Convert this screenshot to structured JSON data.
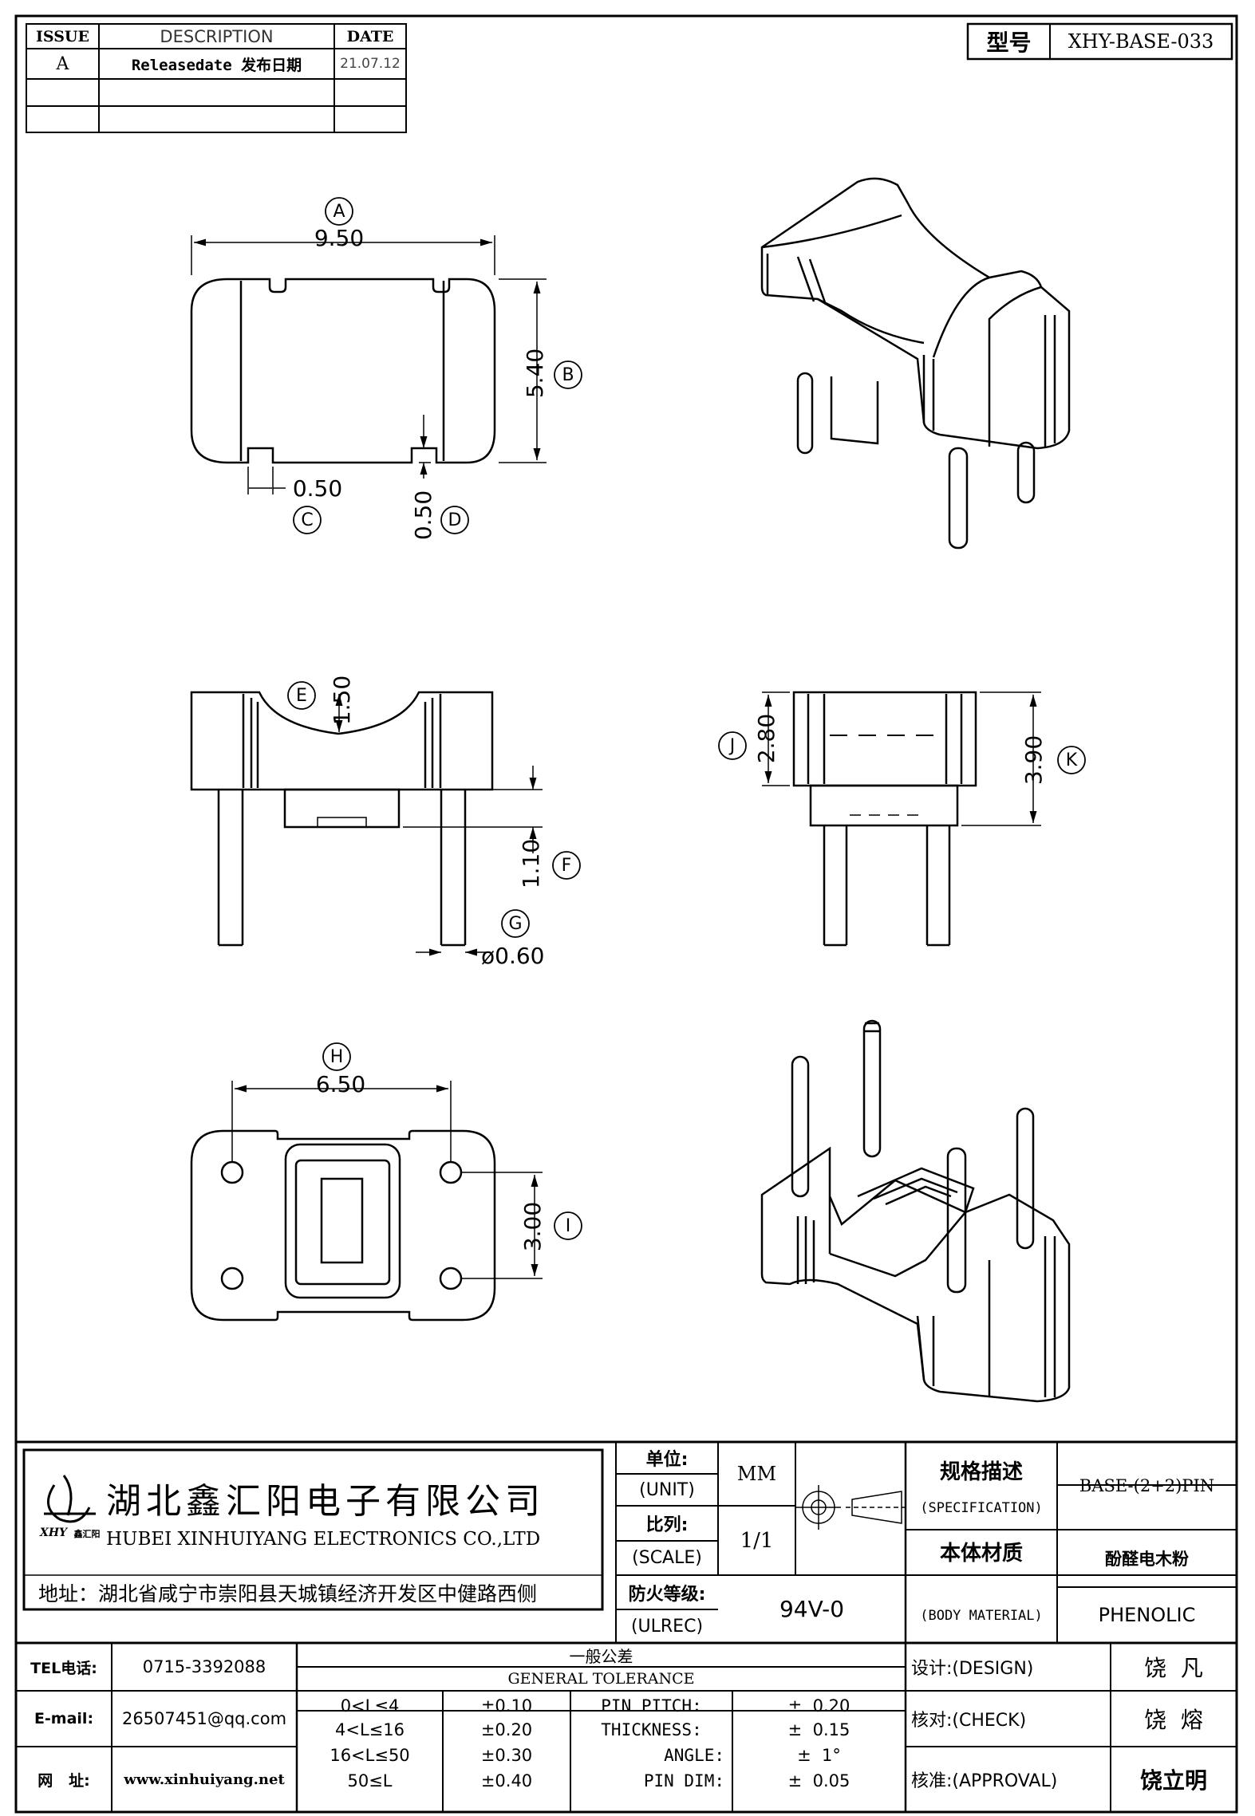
{
  "revision_table": {
    "headers": [
      "ISSUE",
      "DESCRIPTION",
      "DATE"
    ],
    "rows": [
      {
        "issue": "A",
        "description": "Releasedate 发布日期",
        "date": "21.07.12"
      },
      {
        "issue": "",
        "description": "",
        "date": ""
      },
      {
        "issue": "",
        "description": "",
        "date": ""
      }
    ]
  },
  "model": {
    "label": "型号",
    "value": "XHY-BASE-033"
  },
  "dimensions": {
    "A": {
      "letter": "A",
      "value": "9.50"
    },
    "B": {
      "letter": "B",
      "value": "5.40"
    },
    "C": {
      "letter": "C",
      "value": "0.50"
    },
    "D": {
      "letter": "D",
      "value": "0.50"
    },
    "E": {
      "letter": "E",
      "value": "1.50"
    },
    "F": {
      "letter": "F",
      "value": "1.10"
    },
    "G": {
      "letter": "G",
      "value": "ø0.60"
    },
    "H": {
      "letter": "H",
      "value": "6.50"
    },
    "I": {
      "letter": "I",
      "value": "3.00"
    },
    "J": {
      "letter": "J",
      "value": "2.80"
    },
    "K": {
      "letter": "K",
      "value": "3.90"
    }
  },
  "company": {
    "name_cn": "湖北鑫汇阳电子有限公司",
    "name_en": "HUBEI XINHUIYANG ELECTRONICS CO.,LTD",
    "logo_text": "XHY",
    "logo_sub": "鑫汇阳",
    "address": "地址：湖北省咸宁市崇阳县天城镇经济开发区中健路西侧"
  },
  "title_block": {
    "unit_label": "单位:",
    "unit_label_en": "(UNIT)",
    "unit_value": "MM",
    "scale_label": "比列:",
    "scale_label_en": "(SCALE)",
    "scale_value": "1/1",
    "fire_label": "防火等级:",
    "fire_label_en": "(ULREC)",
    "fire_value": "94V-0",
    "spec_label": "规格描述",
    "spec_label_en": "(SPECIFICATION)",
    "spec_value": "BASE-(2+2)PIN",
    "material_label": "本体材质",
    "material_label_en": "(BODY MATERIAL)",
    "material_value_cn": "酚醛电木粉",
    "material_value_en": "PHENOLIC"
  },
  "contact": {
    "tel_label": "TEL电话:",
    "tel_value": "0715-3392088",
    "email_label": "E-mail:",
    "email_value": "26507451@qq.com",
    "web_label": "网   址:",
    "web_value": "www.xinhuiyang.net"
  },
  "tolerance": {
    "title_cn": "一般公差",
    "title_en": "GENERAL TOLERANCE",
    "rows": [
      {
        "range": "0<L≤4",
        "tol": "±0.10",
        "item": "PIN PITCH:",
        "value": "±  0.20"
      },
      {
        "range": "4<L≤16",
        "tol": "±0.20",
        "item": "THICKNESS:",
        "value": "±  0.15"
      },
      {
        "range": "16<L≤50",
        "tol": "±0.30",
        "item": "ANGLE:",
        "value": "±  1°"
      },
      {
        "range": "50≤L",
        "tol": "±0.40",
        "item": "PIN DIM:",
        "value": "±  0.05"
      }
    ]
  },
  "approvals": [
    {
      "label": "设计:(DESIGN)",
      "name": "饶  凡"
    },
    {
      "label": "核对:(CHECK)",
      "name": "饶  熔"
    },
    {
      "label": "核准:(APPROVAL)",
      "name": "饶立明"
    }
  ]
}
